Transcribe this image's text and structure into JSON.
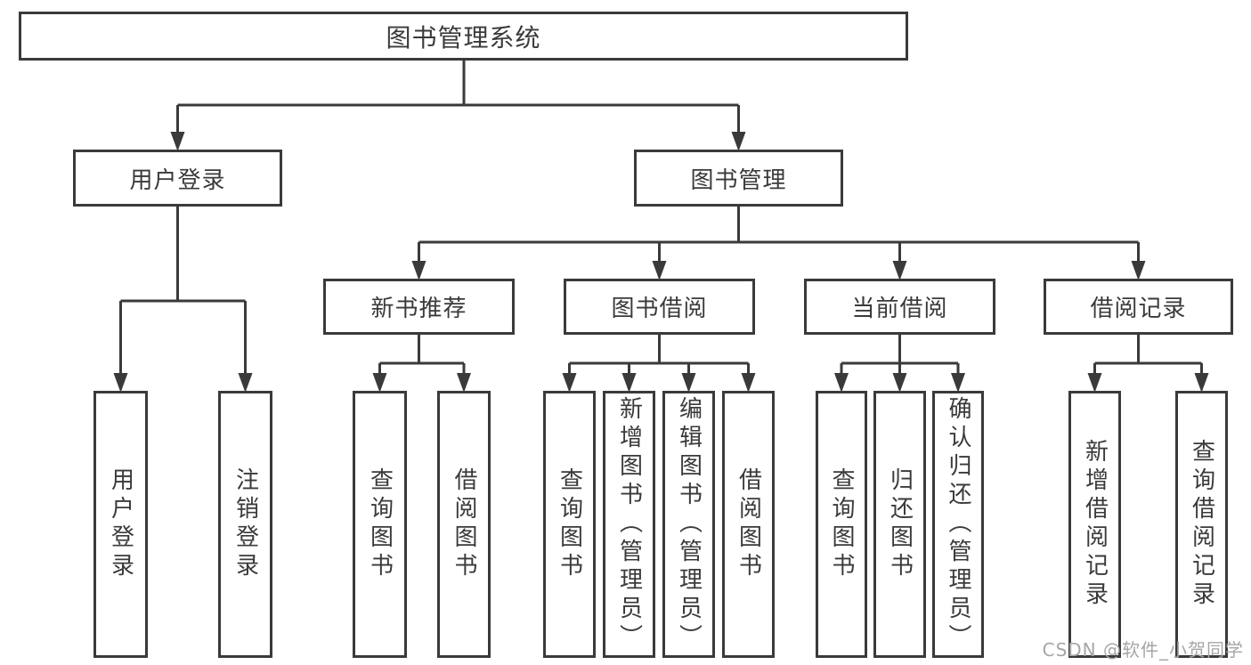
{
  "tree": {
    "root": {
      "label": "图书管理系统"
    },
    "branches": [
      {
        "label": "用户登录",
        "children": [
          {
            "label": "用户登录"
          },
          {
            "label": "注销登录"
          }
        ]
      },
      {
        "label": "图书管理",
        "children": [
          {
            "label": "新书推荐",
            "children": [
              {
                "label": "查询图书"
              },
              {
                "label": "借阅图书"
              }
            ]
          },
          {
            "label": "图书借阅",
            "children": [
              {
                "label": "查询图书"
              },
              {
                "label": "新增图书（管理员）"
              },
              {
                "label": "编辑图书（管理员）"
              },
              {
                "label": "借阅图书"
              }
            ]
          },
          {
            "label": "当前借阅",
            "children": [
              {
                "label": "查询图书"
              },
              {
                "label": "归还图书"
              },
              {
                "label": "确认归还（管理员）"
              }
            ]
          },
          {
            "label": "借阅记录",
            "children": [
              {
                "label": "新增借阅记录"
              },
              {
                "label": "查询借阅记录"
              }
            ]
          }
        ]
      }
    ]
  },
  "watermark": {
    "text": "CSDN @软件_小贺同学"
  },
  "colors": {
    "line": "#3a3a3a",
    "node_text": "#3a3a3a",
    "node_border": "#3a3a3a",
    "watermark_text": "#a6a6a6",
    "background": "#ffffff"
  }
}
